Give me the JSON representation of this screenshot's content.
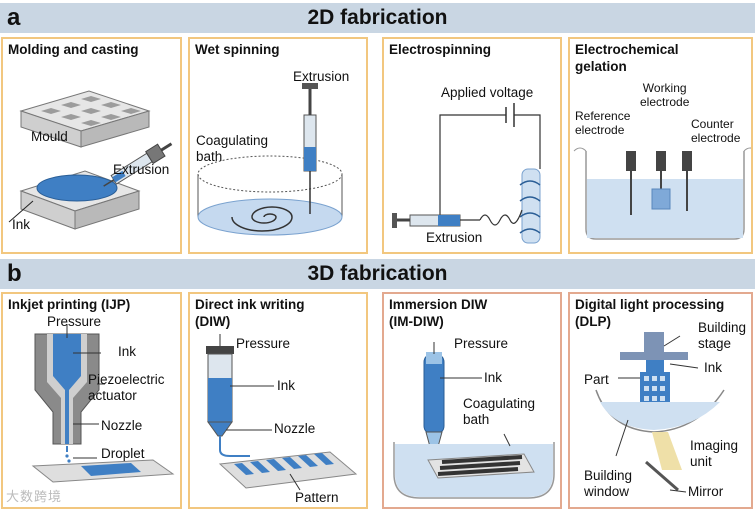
{
  "section_a": {
    "letter": "a",
    "title": "2D fabrication"
  },
  "section_b": {
    "letter": "b",
    "title": "3D fabrication"
  },
  "molding": {
    "title": "Molding and casting",
    "mould": "Mould",
    "extrusion": "Extrusion",
    "ink": "Ink"
  },
  "wet": {
    "title": "Wet spinning",
    "extrusion": "Extrusion",
    "bath": "Coagulating\nbath"
  },
  "electro": {
    "title": "Electrospinning",
    "voltage": "Applied voltage",
    "extrusion": "Extrusion"
  },
  "gelation": {
    "title": "Electrochemical\ngelation",
    "working": "Working\nelectrode",
    "reference": "Reference\nelectrode",
    "counter": "Counter\nelectrode"
  },
  "ijp": {
    "title": "Inkjet printing (IJP)",
    "pressure": "Pressure",
    "ink": "Ink",
    "actuator": "Piezoelectric\nactuator",
    "nozzle": "Nozzle",
    "droplet": "Droplet"
  },
  "diw": {
    "title": "Direct ink writing\n(DIW)",
    "pressure": "Pressure",
    "ink": "Ink",
    "nozzle": "Nozzle",
    "pattern": "Pattern"
  },
  "imdiw": {
    "title": "Immersion DIW\n(IM-DIW)",
    "pressure": "Pressure",
    "ink": "Ink",
    "bath": "Coagulating\nbath"
  },
  "dlp": {
    "title": "Digital light processing\n(DLP)",
    "stage": "Building\nstage",
    "ink": "Ink",
    "part": "Part",
    "imaging": "Imaging\nunit",
    "window": "Building\nwindow",
    "mirror": "Mirror"
  },
  "watermark": "大数跨境"
}
